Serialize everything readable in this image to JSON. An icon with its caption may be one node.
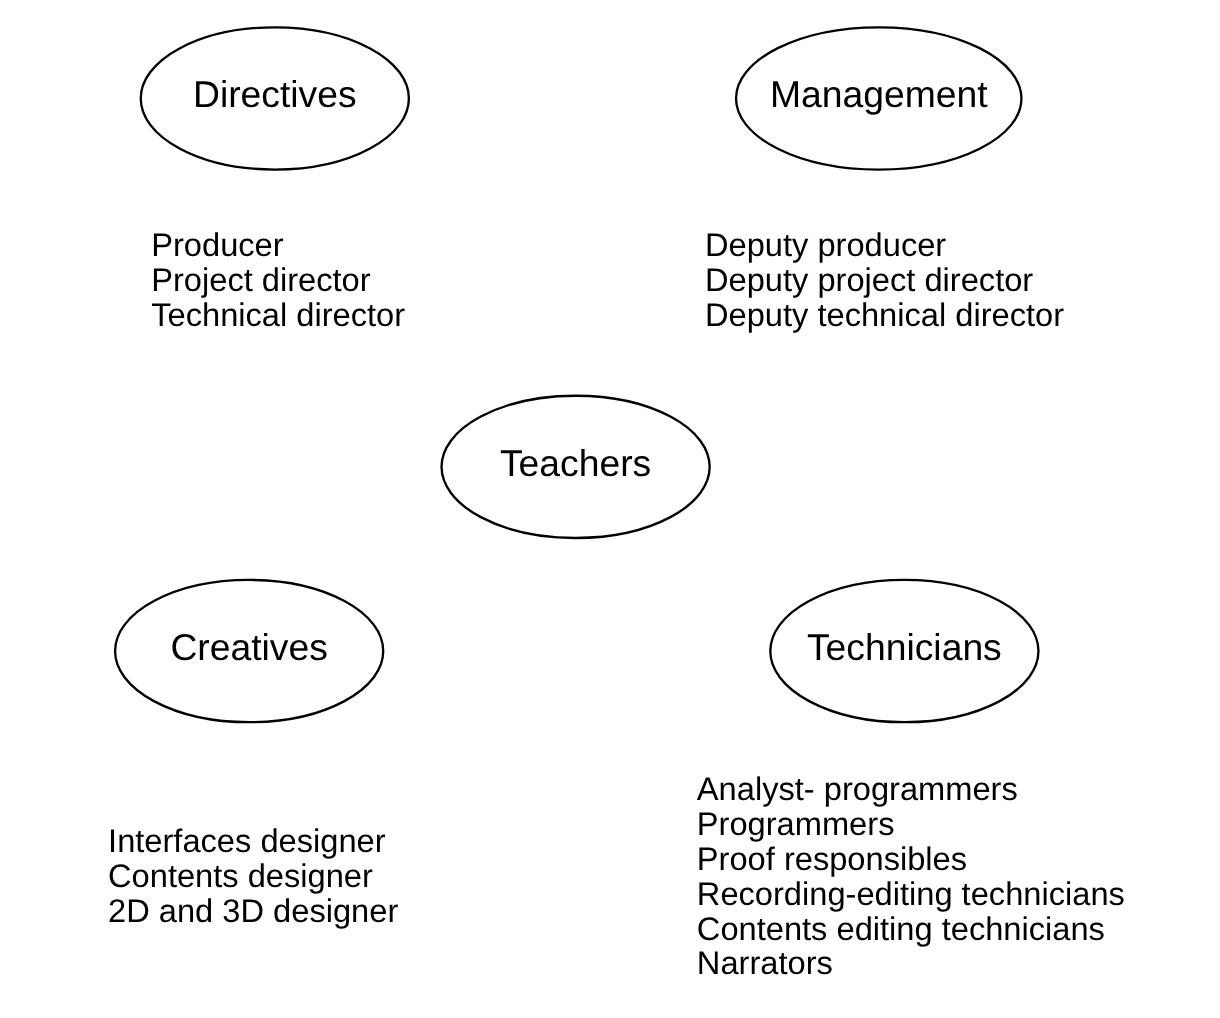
{
  "diagram": {
    "nodes": [
      {
        "text": [
          "Directives"
        ],
        "beside": [
          "Producer",
          "Project director",
          "Technical director"
        ]
      },
      {
        "text": [
          "Management"
        ],
        "beside": [
          "Deputy producer",
          "Deputy project director",
          "Deputy technical director"
        ]
      },
      {
        "text": [
          "Teachers"
        ]
      },
      {
        "text": [
          "Creatives"
        ],
        "beside": [
          "Interfaces designer",
          "Contents designer",
          "2D and 3D designer"
        ]
      },
      {
        "text": [
          "Technicians"
        ],
        "beside": [
          "Analyst- programmers",
          "Programmers",
          "Proof responsibles",
          "Recording-editing technicians",
          "Contents editing technicians",
          "Narrators"
        ]
      }
    ],
    "edges": []
  }
}
